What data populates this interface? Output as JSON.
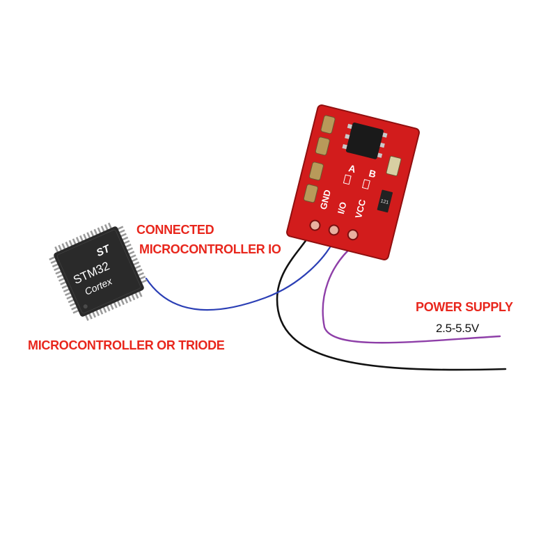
{
  "labels": {
    "connected_line1": "CONNECTED",
    "connected_line2": "MICROCONTROLLER IO",
    "mcu": "MICROCONTROLLER OR TRIODE",
    "power_supply": "POWER SUPPLY",
    "voltage": "2.5-5.5V"
  },
  "chip": {
    "brand": "ST",
    "model": "STM32",
    "core": "Cortex"
  },
  "module": {
    "pins": [
      "GND",
      "I/O",
      "VCC"
    ],
    "jumpers": [
      "A",
      "B"
    ],
    "resistor_code": "121"
  },
  "colors": {
    "label_red": "#e8261c",
    "label_black": "#111111",
    "board_red": "#d21c1c",
    "wire_io": "#2b3fb5",
    "wire_vcc": "#8e3fa8",
    "wire_gnd": "#111111",
    "chip_body": "#2a2a2a"
  }
}
